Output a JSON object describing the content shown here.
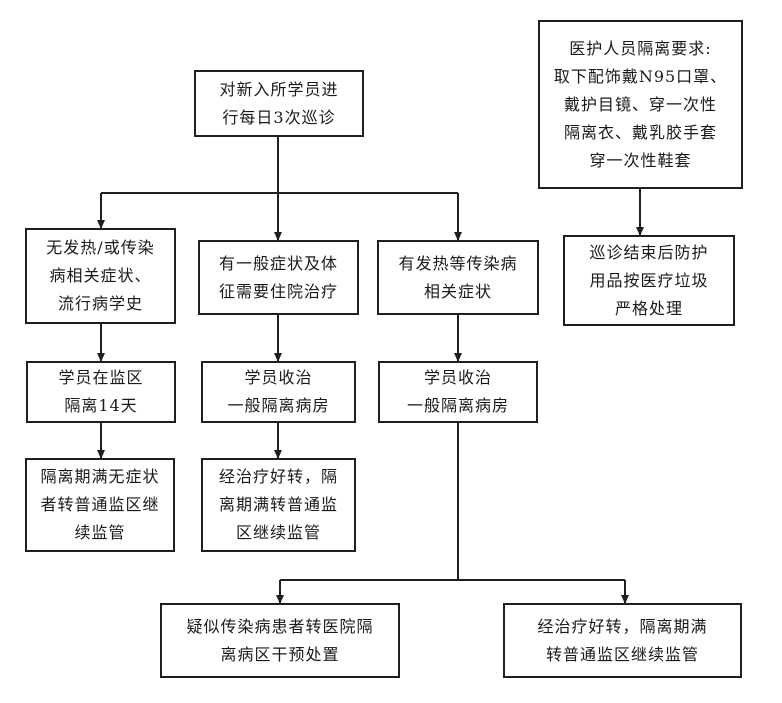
{
  "nodes": {
    "start": {
      "lines": [
        "对新入所学员进",
        "行每日3次巡诊"
      ]
    },
    "staff_req": {
      "lines": [
        "医护人员隔离要求:",
        "取下配饰戴N95口罩、",
        "戴护目镜、穿一次性",
        "隔离衣、戴乳胶手套",
        "穿一次性鞋套"
      ]
    },
    "ppe_disposal": {
      "lines": [
        "巡诊结束后防护",
        "用品按医疗垃圾",
        "严格处理"
      ]
    },
    "no_fever": {
      "lines": [
        "无发热/或传染",
        "病相关症状、",
        "流行病学史"
      ]
    },
    "general_symptom": {
      "lines": [
        "有一般症状及体",
        "征需要住院治疗"
      ]
    },
    "fever_infectious": {
      "lines": [
        "有发热等传染病",
        "相关症状"
      ]
    },
    "isolate_14": {
      "lines": [
        "学员在监区",
        "隔离14天"
      ]
    },
    "ward_general_1": {
      "lines": [
        "学员收治",
        "一般隔离病房"
      ]
    },
    "ward_general_2": {
      "lines": [
        "学员收治",
        "一般隔离病房"
      ]
    },
    "isolation_end": {
      "lines": [
        "隔离期满无症状",
        "者转普通监区继",
        "续监管"
      ]
    },
    "recovered_1": {
      "lines": [
        "经治疗好转，隔",
        "离期满转普通监",
        "区继续监管"
      ]
    },
    "suspected_transfer": {
      "lines": [
        "疑似传染病患者转医院隔",
        "离病区干预处置"
      ]
    },
    "recovered_2": {
      "lines": [
        "经治疗好转，隔离期满",
        "转普通监区继续监管"
      ]
    }
  }
}
